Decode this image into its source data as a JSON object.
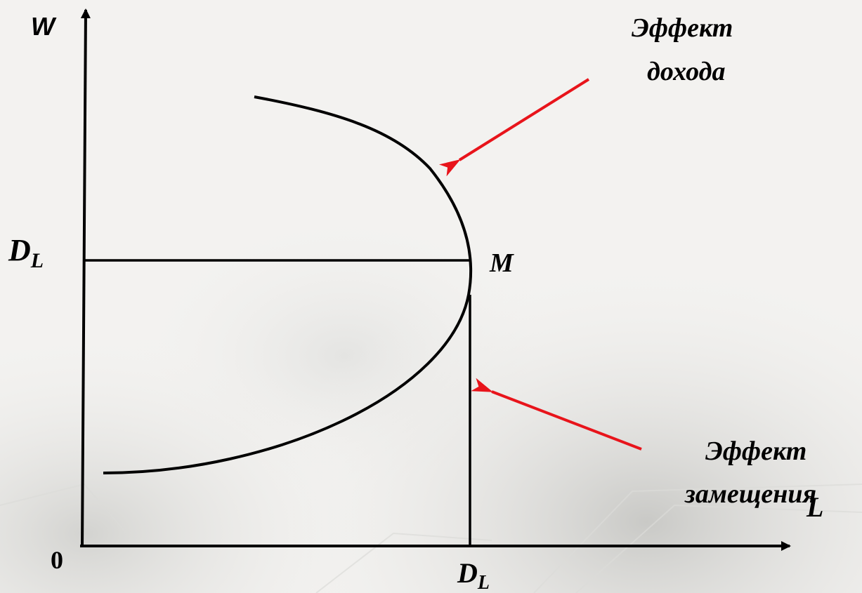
{
  "axes": {
    "y_label": "W",
    "x_label": "L",
    "origin_label": "0"
  },
  "point": {
    "label": "M"
  },
  "levels": {
    "y_level": {
      "main": "D",
      "sub": "L"
    },
    "x_level": {
      "main": "D",
      "sub": "L"
    }
  },
  "annotations": {
    "income_effect": {
      "line1": "Эффект",
      "line2": "дохода"
    },
    "substitution_effect": {
      "line1": "Эффект",
      "line2": "замещения"
    }
  },
  "colors": {
    "ink": "#000000",
    "arrow": "#e8141b",
    "background": "#f3f2f0"
  }
}
